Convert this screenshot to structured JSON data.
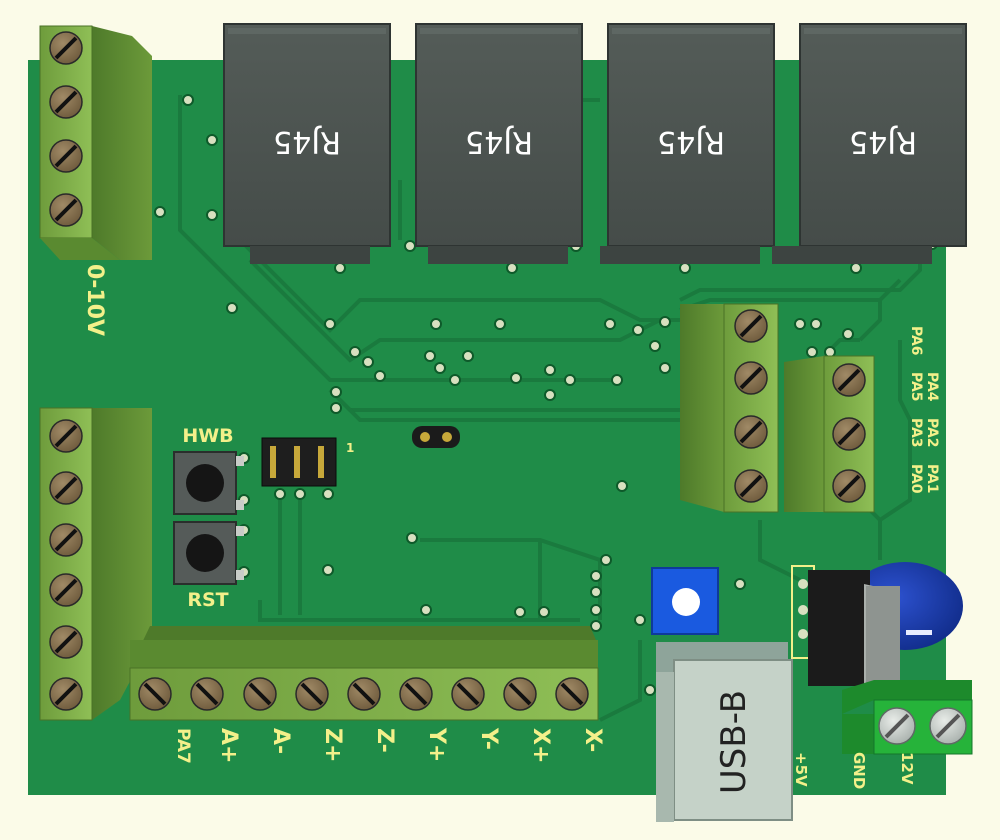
{
  "board": {
    "rj45": [
      "RJ45",
      "RJ45",
      "RJ45",
      "RJ45"
    ],
    "analog_label": "0-10V",
    "hwb_label": "HWB",
    "rst_label": "RST",
    "header_pin1": "1",
    "usb_label": "USB-B",
    "bottom_pins": [
      "PA7",
      "A+",
      "A-",
      "Z+",
      "Z-",
      "Y+",
      "Y-",
      "X+",
      "X-"
    ],
    "right_pins": [
      "PA6",
      "PA4",
      "PA5",
      "PA2",
      "PA3",
      "PA1",
      "PA0"
    ],
    "power_pins": [
      "+5V",
      "GND",
      "12V"
    ],
    "colors": {
      "pcb": "#1f8c48",
      "terminal": "#7fb04a",
      "rj45": "#4d5552",
      "silkscreen": "#f3f08a",
      "capacitor": "#1a3aa8",
      "power_terminal": "#26b33a"
    }
  }
}
